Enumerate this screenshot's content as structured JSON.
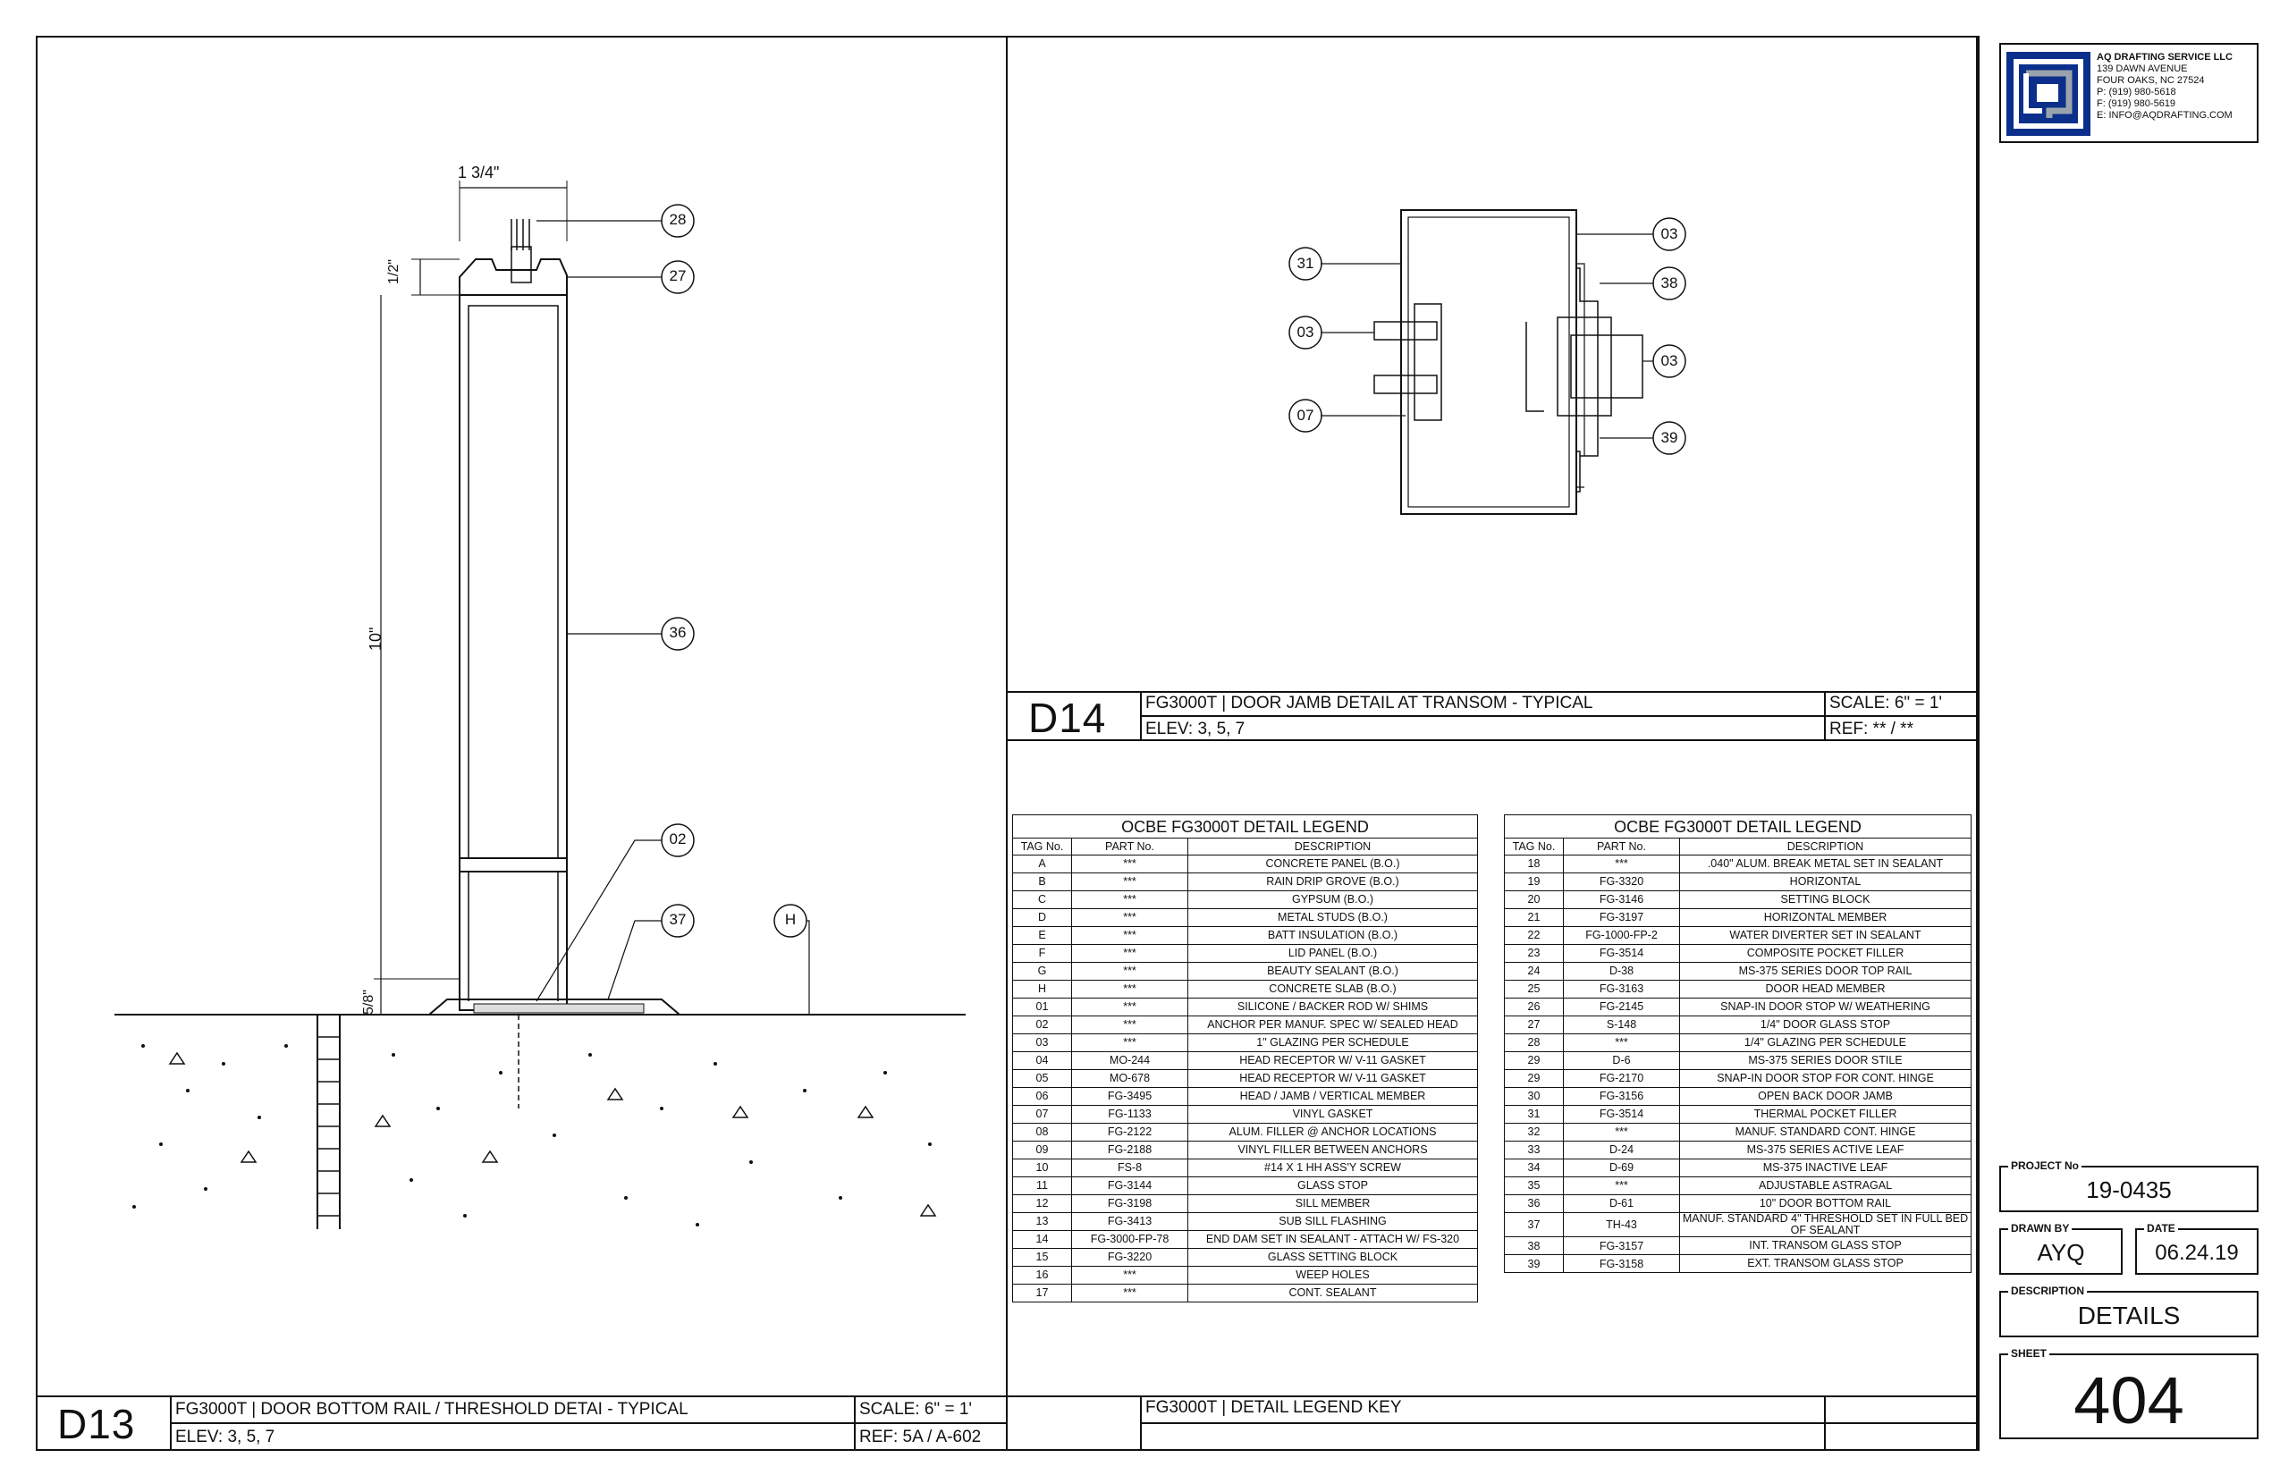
{
  "firm": {
    "name": "AQ DRAFTING SERVICE LLC",
    "address1": "139 DAWN AVENUE",
    "address2": "FOUR OAKS, NC  27524",
    "phone": "P: (919) 980-5618",
    "fax": "F: (919) 980-5619",
    "email": "E: INFO@AQDRAFTING.COM"
  },
  "title_block": {
    "project_label": "PROJECT No",
    "project_no": "19-0435",
    "drawn_by_label": "DRAWN BY",
    "drawn_by": "AYQ",
    "date_label": "DATE",
    "date": "06.24.19",
    "description_label": "DESCRIPTION",
    "description": "DETAILS",
    "sheet_label": "SHEET",
    "sheet": "404"
  },
  "d13": {
    "number": "D13",
    "title": "FG3000T | DOOR BOTTOM RAIL / THRESHOLD DETAI - TYPICAL",
    "elev": "ELEV: 3, 5, 7",
    "scale": "SCALE: 6\" = 1'",
    "ref": "REF: 5A / A-602",
    "dims": {
      "width": "1 3/4\"",
      "top": "1/2\"",
      "height": "10\"",
      "bottom": "5/8\""
    },
    "tags": [
      "28",
      "27",
      "36",
      "02",
      "37",
      "H"
    ]
  },
  "d14": {
    "number": "D14",
    "title": "FG3000T | DOOR JAMB DETAIL AT TRANSOM - TYPICAL",
    "elev": "ELEV: 3, 5, 7",
    "scale": "SCALE: 6\" = 1'",
    "ref": "REF: ** / **",
    "tags_left": [
      "31",
      "03",
      "07"
    ],
    "tags_right": [
      "03",
      "38",
      "03",
      "39"
    ]
  },
  "legend_key": {
    "title": "FG3000T | DETAIL LEGEND KEY"
  },
  "legend": {
    "title": "OCBE FG3000T DETAIL LEGEND",
    "headers": [
      "TAG No.",
      "PART No.",
      "DESCRIPTION"
    ],
    "left_rows": [
      [
        "A",
        "***",
        "CONCRETE PANEL (B.O.)"
      ],
      [
        "B",
        "***",
        "RAIN DRIP GROVE (B.O.)"
      ],
      [
        "C",
        "***",
        "GYPSUM (B.O.)"
      ],
      [
        "D",
        "***",
        "METAL STUDS (B.O.)"
      ],
      [
        "E",
        "***",
        "BATT INSULATION (B.O.)"
      ],
      [
        "F",
        "***",
        "LID PANEL (B.O.)"
      ],
      [
        "G",
        "***",
        "BEAUTY SEALANT (B.O.)"
      ],
      [
        "H",
        "***",
        "CONCRETE SLAB (B.O.)"
      ],
      [
        "01",
        "***",
        "SILICONE / BACKER ROD W/ SHIMS"
      ],
      [
        "02",
        "***",
        "ANCHOR PER MANUF. SPEC W/ SEALED HEAD"
      ],
      [
        "03",
        "***",
        "1\" GLAZING PER SCHEDULE"
      ],
      [
        "04",
        "MO-244",
        "HEAD RECEPTOR W/ V-11 GASKET"
      ],
      [
        "05",
        "MO-678",
        "HEAD RECEPTOR W/ V-11 GASKET"
      ],
      [
        "06",
        "FG-3495",
        "HEAD / JAMB / VERTICAL MEMBER"
      ],
      [
        "07",
        "FG-1133",
        "VINYL GASKET"
      ],
      [
        "08",
        "FG-2122",
        "ALUM. FILLER @ ANCHOR LOCATIONS"
      ],
      [
        "09",
        "FG-2188",
        "VINYL FILLER BETWEEN ANCHORS"
      ],
      [
        "10",
        "FS-8",
        "#14 X 1 HH ASS'Y SCREW"
      ],
      [
        "11",
        "FG-3144",
        "GLASS STOP"
      ],
      [
        "12",
        "FG-3198",
        "SILL MEMBER"
      ],
      [
        "13",
        "FG-3413",
        "SUB SILL FLASHING"
      ],
      [
        "14",
        "FG-3000-FP-78",
        "END DAM SET IN SEALANT - ATTACH W/ FS-320"
      ],
      [
        "15",
        "FG-3220",
        "GLASS SETTING BLOCK"
      ],
      [
        "16",
        "***",
        "WEEP HOLES"
      ],
      [
        "17",
        "***",
        "CONT. SEALANT"
      ]
    ],
    "right_rows": [
      [
        "18",
        "***",
        ".040\" ALUM. BREAK METAL SET IN SEALANT"
      ],
      [
        "19",
        "FG-3320",
        "HORIZONTAL"
      ],
      [
        "20",
        "FG-3146",
        "SETTING BLOCK"
      ],
      [
        "21",
        "FG-3197",
        "HORIZONTAL MEMBER"
      ],
      [
        "22",
        "FG-1000-FP-2",
        "WATER DIVERTER SET IN SEALANT"
      ],
      [
        "23",
        "FG-3514",
        "COMPOSITE POCKET FILLER"
      ],
      [
        "24",
        "D-38",
        "MS-375 SERIES DOOR TOP RAIL"
      ],
      [
        "25",
        "FG-3163",
        "DOOR HEAD MEMBER"
      ],
      [
        "26",
        "FG-2145",
        "SNAP-IN DOOR STOP W/ WEATHERING"
      ],
      [
        "27",
        "S-148",
        "1/4\" DOOR GLASS STOP"
      ],
      [
        "28",
        "***",
        "1/4\" GLAZING PER SCHEDULE"
      ],
      [
        "29",
        "D-6",
        "MS-375 SERIES DOOR STILE"
      ],
      [
        "29",
        "FG-2170",
        "SNAP-IN DOOR STOP FOR CONT. HINGE"
      ],
      [
        "30",
        "FG-3156",
        "OPEN BACK DOOR JAMB"
      ],
      [
        "31",
        "FG-3514",
        "THERMAL POCKET FILLER"
      ],
      [
        "32",
        "***",
        "MANUF. STANDARD CONT. HINGE"
      ],
      [
        "33",
        "D-24",
        "MS-375 SERIES ACTIVE LEAF"
      ],
      [
        "34",
        "D-69",
        "MS-375 INACTIVE LEAF"
      ],
      [
        "35",
        "***",
        "ADJUSTABLE ASTRAGAL"
      ],
      [
        "36",
        "D-61",
        "10\" DOOR BOTTOM RAIL"
      ],
      [
        "37",
        "TH-43",
        "MANUF. STANDARD 4\" THRESHOLD SET IN FULL BED OF SEALANT"
      ],
      [
        "38",
        "FG-3157",
        "INT. TRANSOM GLASS STOP"
      ],
      [
        "39",
        "FG-3158",
        "EXT. TRANSOM GLASS STOP"
      ]
    ]
  }
}
